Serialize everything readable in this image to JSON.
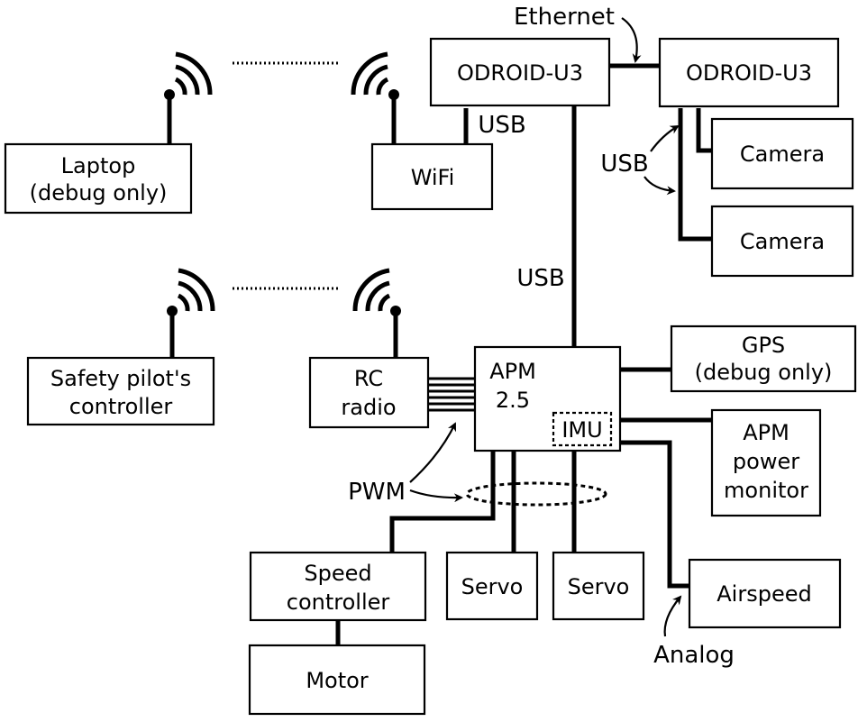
{
  "nodes": {
    "odroid_main": "ODROID-U3",
    "odroid_secondary": "ODROID-U3",
    "camera_1": "Camera",
    "camera_2": "Camera",
    "wifi": "WiFi",
    "laptop": [
      "Laptop",
      "(debug only)"
    ],
    "safety_controller": [
      "Safety pilot's",
      "controller"
    ],
    "rc_radio": [
      "RC",
      "radio"
    ],
    "apm": [
      "APM",
      "2.5"
    ],
    "imu": "IMU",
    "gps": [
      "GPS",
      "(debug only)"
    ],
    "apm_power": [
      "APM",
      "power",
      "monitor"
    ],
    "speed_controller": [
      "Speed",
      "controller"
    ],
    "servo_1": "Servo",
    "servo_2": "Servo",
    "motor": "Motor",
    "airspeed": "Airspeed"
  },
  "labels": {
    "ethernet": "Ethernet",
    "usb_wifi": "USB",
    "usb_cameras": "USB",
    "usb_apm": "USB",
    "pwm": "PWM",
    "analog": "Analog"
  }
}
